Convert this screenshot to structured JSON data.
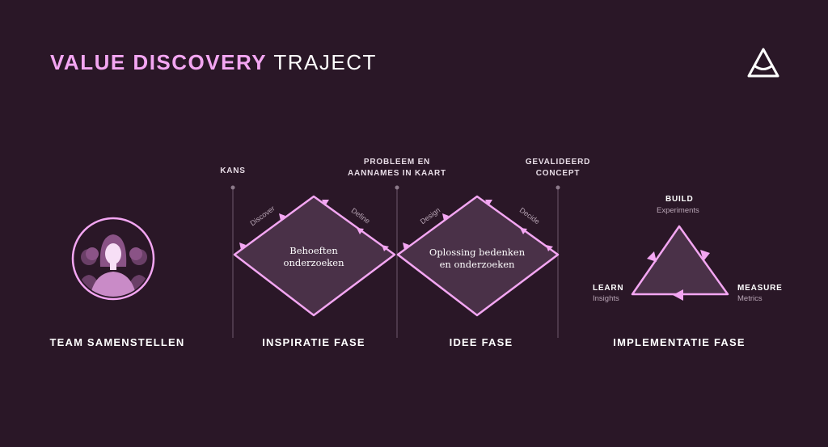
{
  "header": {
    "title_accent": "VALUE DISCOVERY",
    "title_rest": "TRAJECT"
  },
  "logo": {
    "icon": "triangle-logo-icon"
  },
  "markers": {
    "kans": "KANS",
    "probleem_1": "PROBLEEM EN",
    "probleem_2": "AANNAMES IN KAART",
    "gevalideerd_1": "GEVALIDEERD",
    "gevalideerd_2": "CONCEPT"
  },
  "diamonds": {
    "left_line_1": "Behoeften",
    "left_line_2": "onderzoeken",
    "right_line_1": "Oplossing bedenken",
    "right_line_2": "en onderzoeken",
    "steps": {
      "discover": "Discover",
      "define": "Define",
      "design": "Design",
      "decide": "Decide"
    }
  },
  "cycle": {
    "build": "BUILD",
    "build_sub": "Experiments",
    "learn": "LEARN",
    "learn_sub": "Insights",
    "measure": "MEASURE",
    "measure_sub": "Metrics"
  },
  "phases": {
    "team": "TEAM SAMENSTELLEN",
    "inspiratie": "INSPIRATIE FASE",
    "idee": "IDEE FASE",
    "implementatie": "IMPLEMENTATIE FASE"
  },
  "colors": {
    "background": "#2a1727",
    "accent": "#f3a6f2",
    "fill": "#4a3148",
    "avatar": "#b97cb7"
  }
}
